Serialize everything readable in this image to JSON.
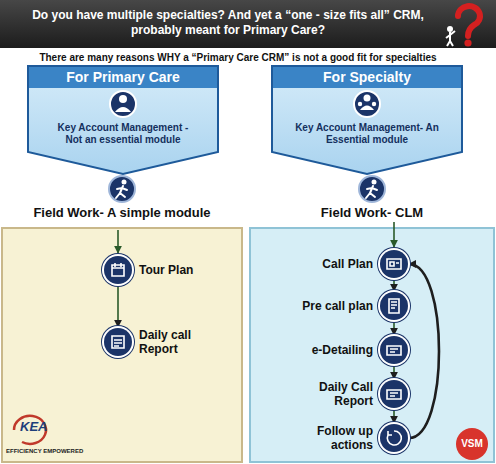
{
  "diagram": {
    "title": "Do you have multiple specialties? And yet a “one - size fits all” CRM, probably meant for Primary Care?",
    "nodes": [
      {
        "text": [
          "For Primary Care",
          "Key Account Management - Not an essential module"
        ]
      },
      {
        "text": [
          "For Specialty",
          "Key Account Management- An Essential module"
        ]
      },
      {
        "text": [
          "Field Work- A simple module"
        ]
      },
      {
        "text": [
          "Field Work- CLM"
        ]
      },
      {
        "text": [
          "Tour Plan"
        ],
        "in": 2
      },
      {
        "text": [
          "Daily call Report"
        ],
        "in": 2
      },
      {
        "text": [
          "Call Plan"
        ],
        "in": 3
      },
      {
        "text": [
          "Pre call plan"
        ],
        "in": 3
      },
      {
        "text": [
          "e-Detailing"
        ],
        "in": 3
      },
      {
        "text": [
          "Daily Call Report"
        ],
        "in": 3
      },
      {
        "text": [
          "Follow up actions"
        ],
        "in": 3
      }
    ],
    "edges": [
      {
        "from": 4,
        "to": 5,
        "arrow": "to"
      },
      {
        "from": 6,
        "to": 7,
        "arrow": "to"
      },
      {
        "from": 7,
        "to": 8,
        "arrow": "to"
      },
      {
        "from": 8,
        "to": 9,
        "arrow": "to"
      },
      {
        "from": 9,
        "to": 10,
        "arrow": "to"
      },
      {
        "from": 10,
        "to": 6,
        "arrow": "to"
      }
    ],
    "labels": [
      "There are many reasons WHY a “Primary Care CRM” is not a good fit for specialties",
      "KEA",
      "EFFICIENCY EMPOWERED",
      "VSM"
    ]
  }
}
